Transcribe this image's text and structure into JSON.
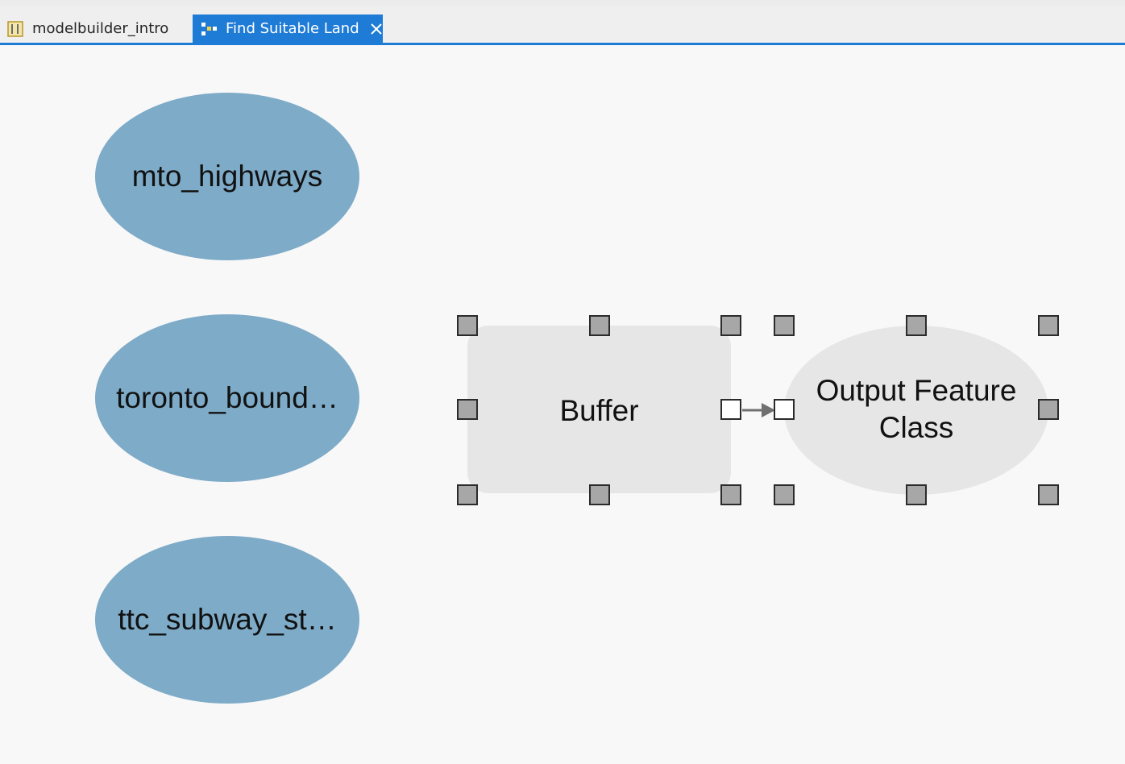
{
  "tabs": [
    {
      "label": "modelbuilder_intro",
      "active": false,
      "icon": "map-icon"
    },
    {
      "label": "Find Suitable Land",
      "active": true,
      "icon": "model-icon"
    }
  ],
  "model": {
    "inputs": [
      "mto_highways",
      "toronto_bound…",
      "ttc_subway_st…"
    ],
    "tool": "Buffer",
    "output": "Output Feature Class"
  },
  "colors": {
    "accent": "#1e7bd6",
    "input_fill": "#7eabc8",
    "tool_fill": "#e6e6e6",
    "output_fill": "#e6e6e6",
    "handle_fill": "#a7a7a7"
  }
}
